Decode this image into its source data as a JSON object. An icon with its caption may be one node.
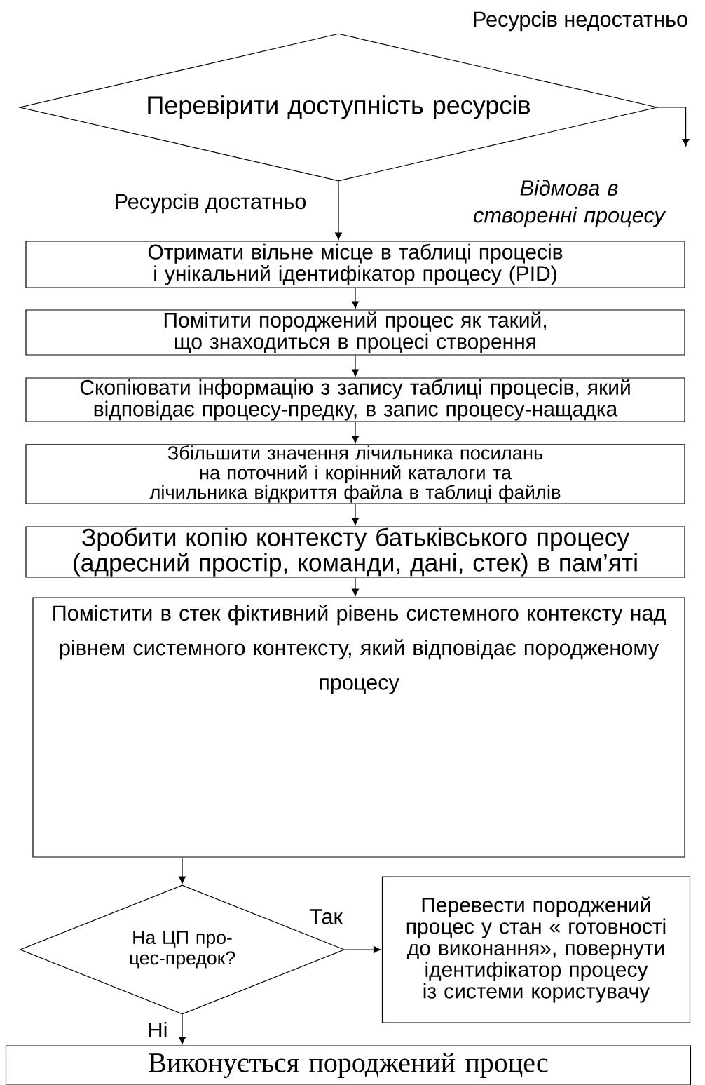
{
  "diagram": {
    "nodes": [
      {
        "text": [
          "Перевірити доступність ресурсів"
        ]
      },
      {
        "text": [
          "Отримати вільне місце в таблиці процесів і унікальний ідентифікатор процесу (PID)"
        ]
      },
      {
        "text": [
          "Помітити породжений процес як такий, що знаходиться в процесі створення"
        ]
      },
      {
        "text": [
          "Скопіювати інформацію з запису таблиці процесів, який відповідає процесу-предку, в запис процесу-нащадка"
        ]
      },
      {
        "text": [
          "Збільшити значення лічильника посилань на поточний і корінний каталоги та лічильника відкриття файла в таблиці файлів"
        ]
      },
      {
        "text": [
          "Зробити копію контексту батьківського процесу (адресний простір, команди, дані, стек) в пам’яті"
        ]
      },
      {
        "text": [
          "Помістити в стек фіктивний рівень системного контексту над рівнем системного контексту, який відповідає породженому процесу"
        ]
      },
      {
        "text": [
          "На ЦП про- цес-предок?"
        ]
      },
      {
        "text": [
          "Перевести породжений процес у стан « готовності до виконання», повернути ідентифікатор процесу із системи користувачу"
        ]
      },
      {
        "text": [
          "Виконується породжений процес"
        ]
      }
    ],
    "edges": [
      {
        "from": 0,
        "to": null,
        "arrow": "to",
        "label": "Ресурсів недостатньо"
      },
      {
        "from": 0,
        "to": 1,
        "arrow": "to",
        "label": "Ресурсів достатньо"
      },
      {
        "from": 1,
        "to": 2,
        "arrow": "to"
      },
      {
        "from": 2,
        "to": 3,
        "arrow": "to"
      },
      {
        "from": 3,
        "to": 4,
        "arrow": "to"
      },
      {
        "from": 4,
        "to": 5,
        "arrow": "to"
      },
      {
        "from": 5,
        "to": 6,
        "arrow": "to"
      },
      {
        "from": 6,
        "to": 7,
        "arrow": "to"
      },
      {
        "from": 7,
        "to": 8,
        "arrow": "to",
        "label": "Так"
      },
      {
        "from": 7,
        "to": 9,
        "arrow": "to",
        "label": "Ні"
      }
    ],
    "labels": [
      "Відмова в створенні процесу"
    ]
  }
}
